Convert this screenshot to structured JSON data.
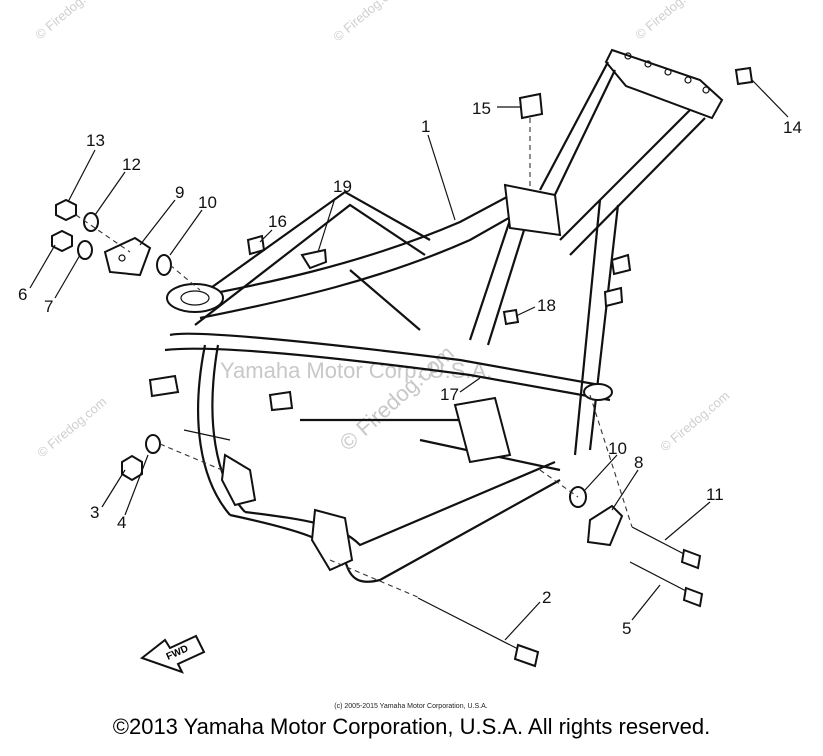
{
  "watermark": {
    "site": "© Firedog.com",
    "center_overlay": "Yamaha Motor Corp. U.S.A."
  },
  "callouts": [
    {
      "id": "c1",
      "label": "1"
    },
    {
      "id": "c2",
      "label": "2"
    },
    {
      "id": "c3",
      "label": "3"
    },
    {
      "id": "c4",
      "label": "4"
    },
    {
      "id": "c5",
      "label": "5"
    },
    {
      "id": "c6",
      "label": "6"
    },
    {
      "id": "c7",
      "label": "7"
    },
    {
      "id": "c8",
      "label": "8"
    },
    {
      "id": "c9",
      "label": "9"
    },
    {
      "id": "c10a",
      "label": "10"
    },
    {
      "id": "c10b",
      "label": "10"
    },
    {
      "id": "c11",
      "label": "11"
    },
    {
      "id": "c12",
      "label": "12"
    },
    {
      "id": "c13",
      "label": "13"
    },
    {
      "id": "c14",
      "label": "14"
    },
    {
      "id": "c15",
      "label": "15"
    },
    {
      "id": "c16",
      "label": "16"
    },
    {
      "id": "c17",
      "label": "17"
    },
    {
      "id": "c18",
      "label": "18"
    },
    {
      "id": "c19",
      "label": "19"
    }
  ],
  "fwd_label": "FWD",
  "fine_copyright": "(c) 2005-2015 Yamaha Motor Corporation, U.S.A.",
  "footer": "©2013 Yamaha Motor Corporation, U.S.A. All rights reserved."
}
